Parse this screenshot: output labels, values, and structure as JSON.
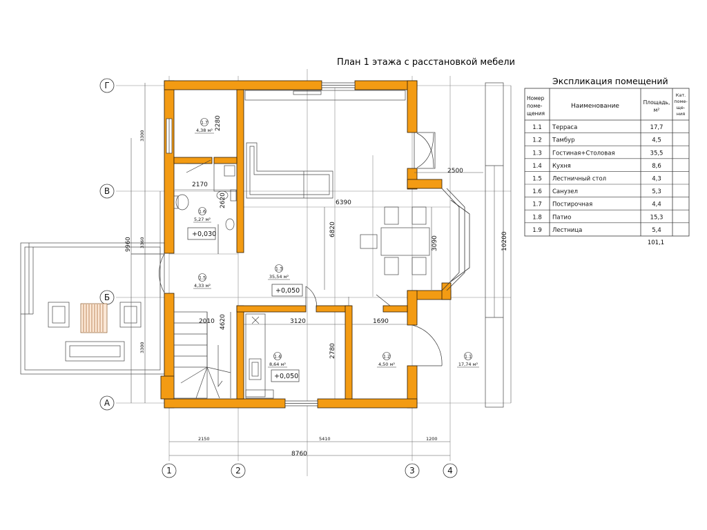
{
  "title": "План 1 этажа с расстановкой мебели",
  "colors": {
    "wall": "#f39b13",
    "wall_edge": "#2a1a05",
    "line": "#222222",
    "grid": "#777777"
  },
  "axes": {
    "horizontal": [
      "Г",
      "В",
      "Б",
      "А"
    ],
    "vertical": [
      "1",
      "2",
      "3",
      "4"
    ]
  },
  "dimensions": {
    "d2280": "2280",
    "d2170": "2170",
    "d2620": "2620",
    "d6390": "6390",
    "d2500": "2500",
    "d6820": "6820",
    "d3090": "3090",
    "d10200": "10200",
    "d2010": "2010",
    "d4620": "4620",
    "d3120": "3120",
    "d1690": "1690",
    "d2780": "2780",
    "d3300a": "3300",
    "d3360": "3360",
    "d9960": "9960",
    "d3300b": "3300",
    "d2150": "2150",
    "d5410": "5410",
    "d1200": "1200",
    "d8760": "8760"
  },
  "rooms": [
    {
      "num": "1.7",
      "area": "4,38 м²"
    },
    {
      "num": "1.6",
      "area": "5,27 м²"
    },
    {
      "num": "1.5",
      "area": "4,33 м²"
    },
    {
      "num": "1.3",
      "area": "35,54 м²"
    },
    {
      "num": "1.4",
      "area": "8,64 м²"
    },
    {
      "num": "1.2",
      "area": "4,50 м²"
    },
    {
      "num": "1.1",
      "area": "17,74 м²"
    }
  ],
  "levels": {
    "bath": "+0,030",
    "living": "+0,050",
    "kitchen": "+0,050"
  },
  "explication": {
    "title": "Экспликация помещений",
    "headers": {
      "num": [
        "Номер",
        "поме-",
        "щения"
      ],
      "name": "Наименование",
      "area": [
        "Площадь,",
        "м²"
      ],
      "cat": [
        "Кат.",
        "поме-",
        "ще-",
        "ния"
      ]
    },
    "rows": [
      {
        "num": "1.1",
        "name": "Терраса",
        "area": "17,7"
      },
      {
        "num": "1.2",
        "name": "Тамбур",
        "area": "4,5"
      },
      {
        "num": "1.3",
        "name": "Гостиная+Столовая",
        "area": "35,5"
      },
      {
        "num": "1.4",
        "name": "Кухня",
        "area": "8,6"
      },
      {
        "num": "1.5",
        "name": "Лестничный стол",
        "area": "4,3"
      },
      {
        "num": "1.6",
        "name": "Санузел",
        "area": "5,3"
      },
      {
        "num": "1.7",
        "name": "Постирочная",
        "area": "4,4"
      },
      {
        "num": "1.8",
        "name": "Патио",
        "area": "15,3"
      },
      {
        "num": "1.9",
        "name": "Лестница",
        "area": "5,4"
      }
    ],
    "total": "101,1"
  }
}
